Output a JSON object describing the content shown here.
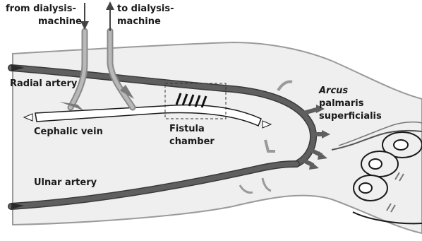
{
  "labels": {
    "from_line1": "from dialysis-",
    "from_line2": "machine",
    "to_line1": "to dialysis-",
    "to_line2": "machine",
    "radial_artery": "Radial artery",
    "cephalic_vein": "Cephalic vein",
    "fistula_line1": "Fistula",
    "fistula_line2": "chamber",
    "arcus_line1": "Arcus",
    "arcus_line2": "palmaris",
    "arcus_line3": "superficialis",
    "ulnar_artery": "Ulnar artery"
  },
  "colors": {
    "artery": "#5f5f5f",
    "artery_edge": "#3a3a3a",
    "arm_fill": "#efefef",
    "arm_outline": "#9a9a9a",
    "vein_fill": "#ffffff",
    "needle": "#a8a8a8",
    "text": "#1a1a1a"
  }
}
